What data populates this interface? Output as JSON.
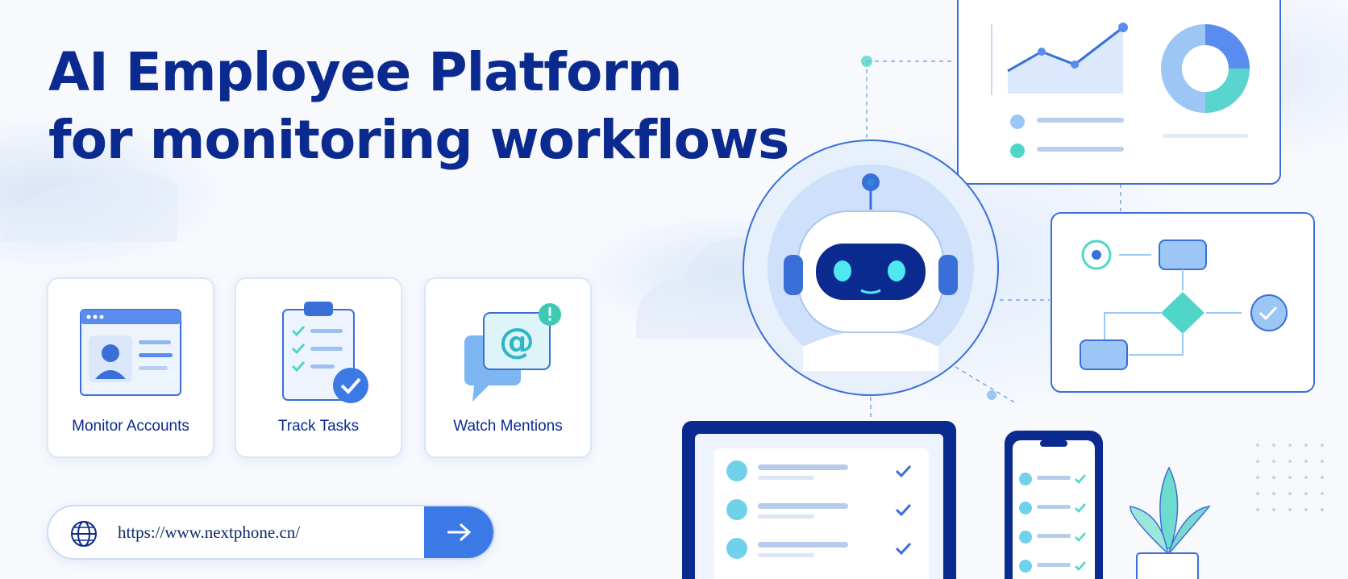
{
  "headline": {
    "line1": "AI Employee Platform",
    "line2": "for monitoring workflows"
  },
  "features": [
    {
      "label": "Monitor Accounts",
      "icon": "account-window-icon"
    },
    {
      "label": "Track Tasks",
      "icon": "clipboard-checklist-icon"
    },
    {
      "label": "Watch Mentions",
      "icon": "mention-chat-icon"
    }
  ],
  "url_bar": {
    "url": "https://www.nextphone.cn/",
    "icon": "globe-icon",
    "go_icon": "arrow-right-icon"
  },
  "colors": {
    "brand_navy": "#0b2a8f",
    "accent_blue": "#3b7ae6",
    "teal": "#4fd6c8",
    "light_blue": "#9cc6f5"
  }
}
